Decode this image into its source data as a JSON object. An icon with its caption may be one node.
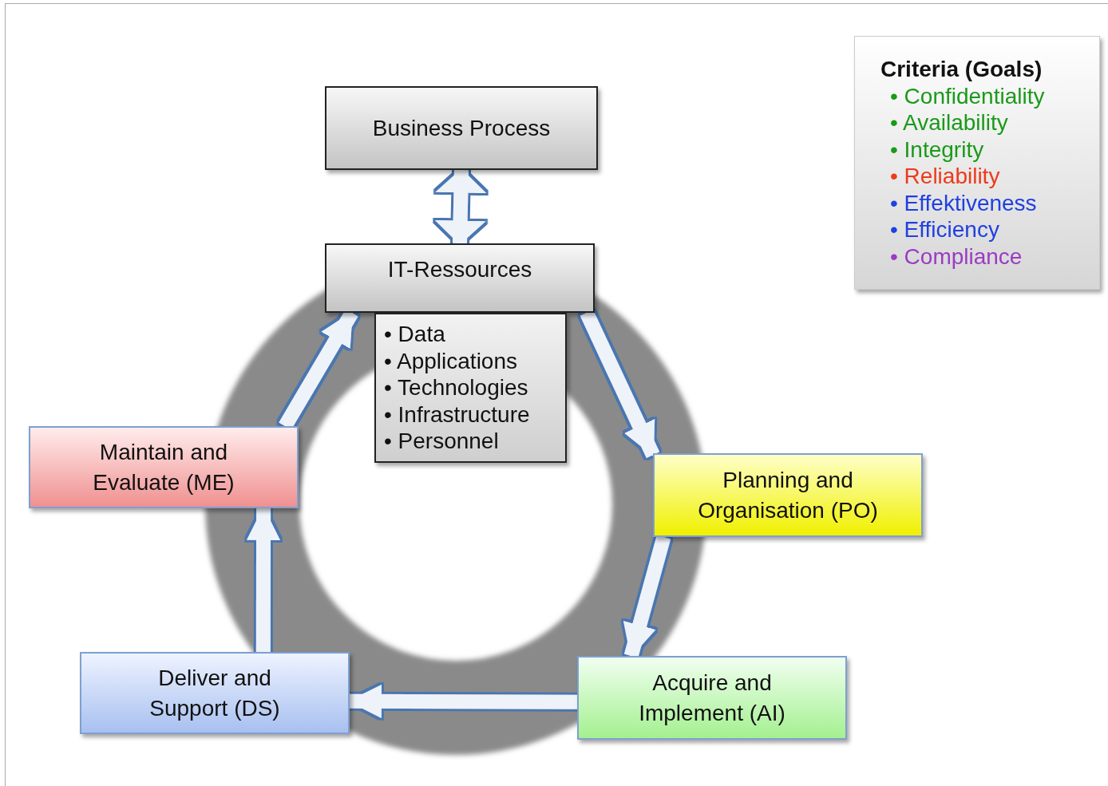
{
  "diagram": {
    "nodes": [
      {
        "text": [
          "Business Process"
        ]
      },
      {
        "text": [
          "IT-Ressources"
        ]
      },
      {
        "text": [
          "• Data",
          "• Applications",
          "• Technologies",
          "• Infrastructure",
          "• Personnel"
        ]
      },
      {
        "text": [
          "Planning and Organisation (PO)"
        ]
      },
      {
        "text": [
          "Acquire and Implement (AI)"
        ]
      },
      {
        "text": [
          "Deliver and Support (DS)"
        ]
      },
      {
        "text": [
          "Maintain and Evaluate (ME)"
        ]
      },
      {
        "text": [
          "Criteria (Goals)",
          "• Confidentiality",
          "• Availability",
          "• Integrity",
          "• Reliability",
          "• Effektiveness",
          "• Efficiency",
          "• Compliance"
        ]
      }
    ],
    "edges": [
      {
        "from": 0,
        "to": 1,
        "arrow": "both"
      },
      {
        "from": 1,
        "to": 3,
        "arrow": "to"
      },
      {
        "from": 3,
        "to": 4,
        "arrow": "to"
      },
      {
        "from": 4,
        "to": 5,
        "arrow": "to"
      },
      {
        "from": 5,
        "to": 6,
        "arrow": "to"
      },
      {
        "from": 6,
        "to": 1,
        "arrow": "to"
      }
    ]
  }
}
